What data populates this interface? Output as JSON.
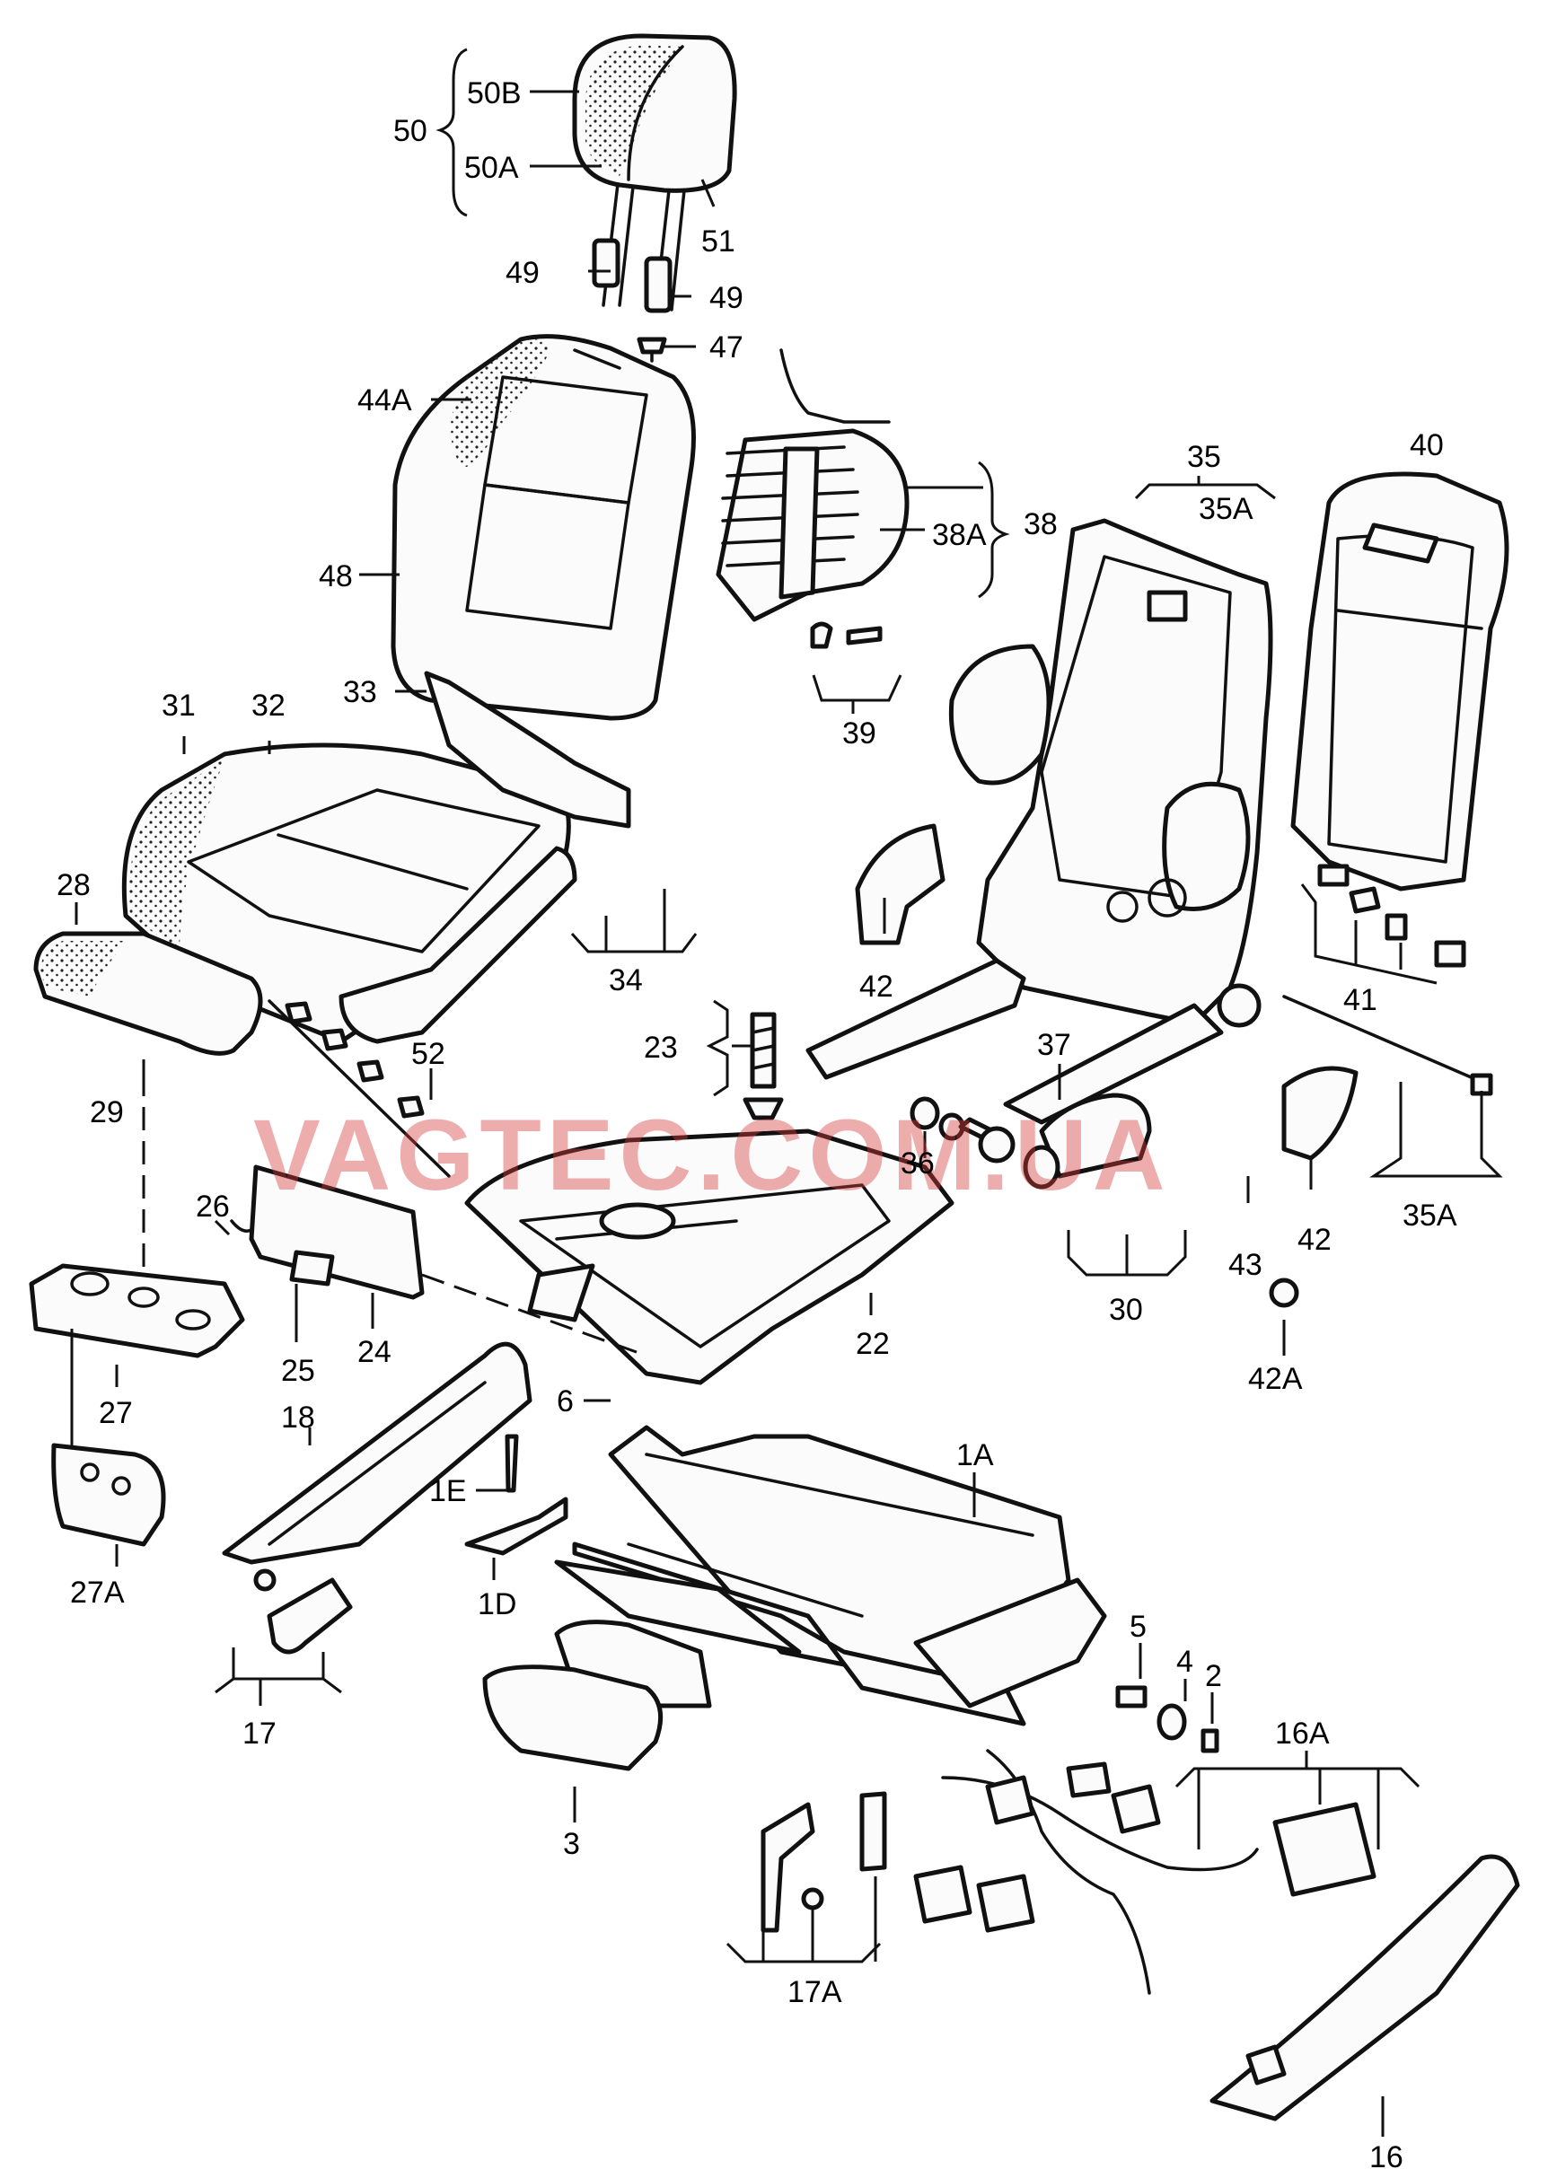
{
  "diagram": {
    "watermark": "VAGTEC.COM.UA",
    "labels": [
      {
        "id": "50",
        "text": "50"
      },
      {
        "id": "50b",
        "text": "50B"
      },
      {
        "id": "50a",
        "text": "50A"
      },
      {
        "id": "51",
        "text": "51"
      },
      {
        "id": "49a",
        "text": "49"
      },
      {
        "id": "49b",
        "text": "49"
      },
      {
        "id": "47",
        "text": "47"
      },
      {
        "id": "44a",
        "text": "44A"
      },
      {
        "id": "48",
        "text": "48"
      },
      {
        "id": "38",
        "text": "38"
      },
      {
        "id": "38a",
        "text": "38A"
      },
      {
        "id": "39",
        "text": "39"
      },
      {
        "id": "35",
        "text": "35"
      },
      {
        "id": "35a-top",
        "text": "35A"
      },
      {
        "id": "40",
        "text": "40"
      },
      {
        "id": "33",
        "text": "33"
      },
      {
        "id": "31",
        "text": "31"
      },
      {
        "id": "32",
        "text": "32"
      },
      {
        "id": "28",
        "text": "28"
      },
      {
        "id": "29",
        "text": "29"
      },
      {
        "id": "34",
        "text": "34"
      },
      {
        "id": "42a",
        "text": "42"
      },
      {
        "id": "41",
        "text": "41"
      },
      {
        "id": "52",
        "text": "52"
      },
      {
        "id": "23",
        "text": "23"
      },
      {
        "id": "37",
        "text": "37"
      },
      {
        "id": "36",
        "text": "36"
      },
      {
        "id": "42b",
        "text": "42"
      },
      {
        "id": "35a-bottom",
        "text": "35A"
      },
      {
        "id": "43",
        "text": "43"
      },
      {
        "id": "30",
        "text": "30"
      },
      {
        "id": "42A",
        "text": "42A"
      },
      {
        "id": "26",
        "text": "26"
      },
      {
        "id": "25",
        "text": "25"
      },
      {
        "id": "24",
        "text": "24"
      },
      {
        "id": "22",
        "text": "22"
      },
      {
        "id": "27",
        "text": "27"
      },
      {
        "id": "27a",
        "text": "27A"
      },
      {
        "id": "18",
        "text": "18"
      },
      {
        "id": "6",
        "text": "6"
      },
      {
        "id": "1a",
        "text": "1A"
      },
      {
        "id": "1e",
        "text": "1E"
      },
      {
        "id": "1d",
        "text": "1D"
      },
      {
        "id": "17",
        "text": "17"
      },
      {
        "id": "3",
        "text": "3"
      },
      {
        "id": "5",
        "text": "5"
      },
      {
        "id": "4",
        "text": "4"
      },
      {
        "id": "2",
        "text": "2"
      },
      {
        "id": "16a",
        "text": "16A"
      },
      {
        "id": "17a",
        "text": "17A"
      },
      {
        "id": "16",
        "text": "16"
      }
    ]
  }
}
